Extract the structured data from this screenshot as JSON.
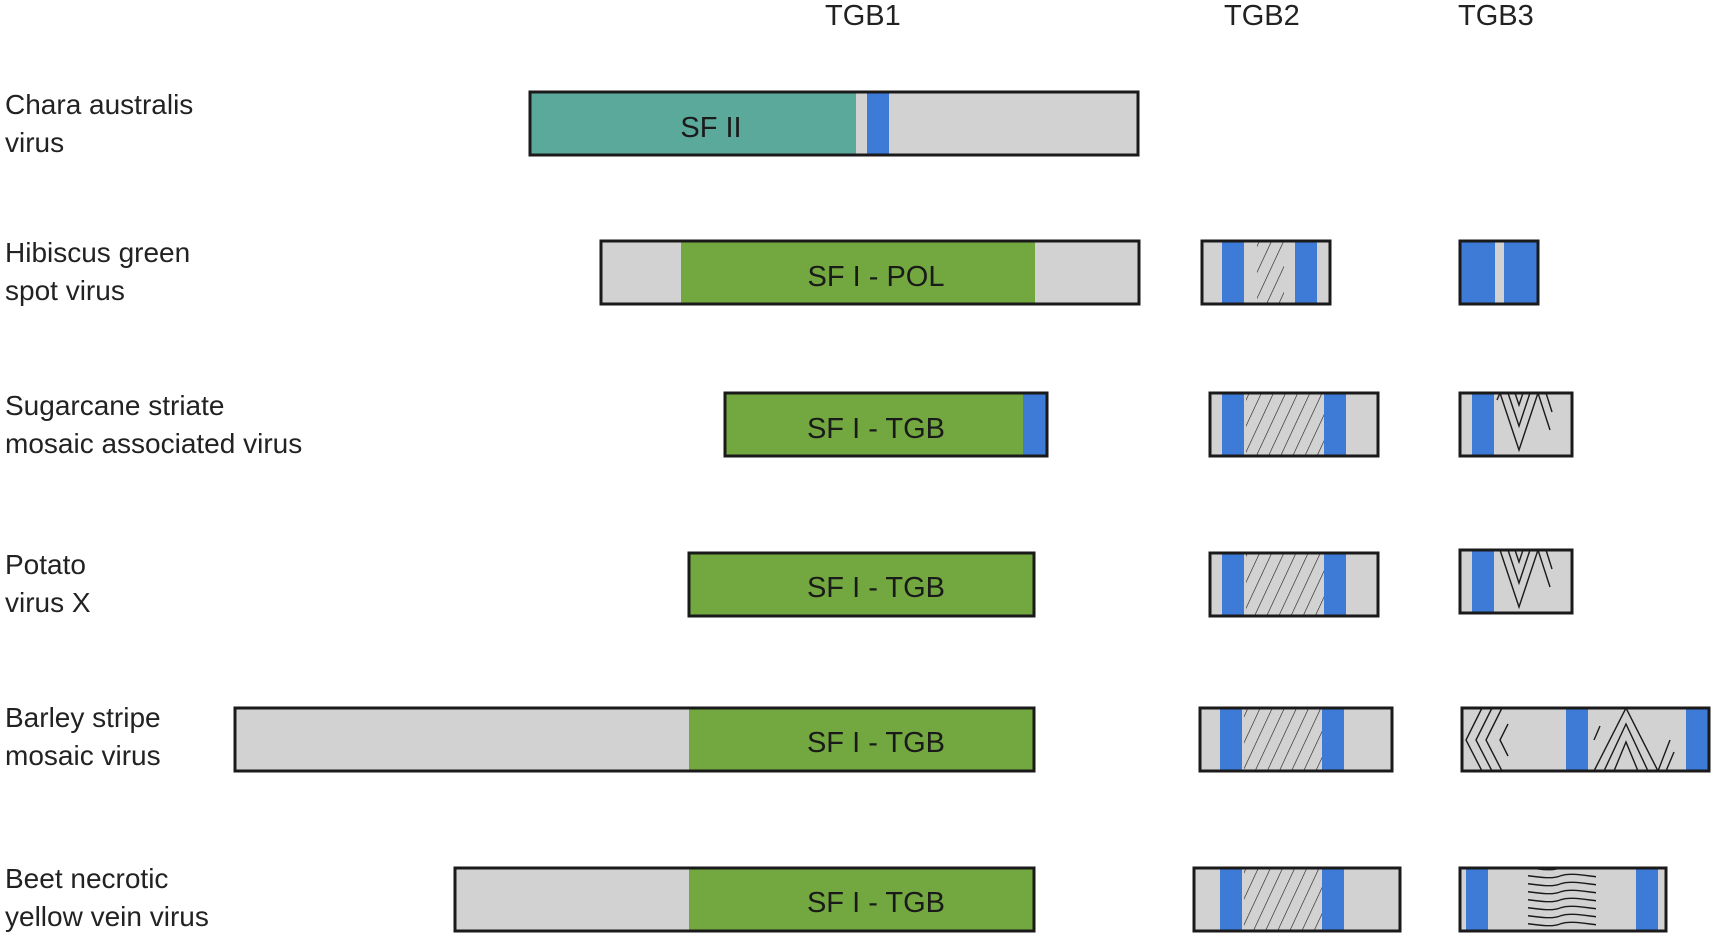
{
  "headers": [
    "TGB1",
    "TGB2",
    "TGB3"
  ],
  "rows": [
    {
      "name_line1": "Chara australis",
      "name_line2": "virus",
      "domain_label": "SF II"
    },
    {
      "name_line1": "Hibiscus green",
      "name_line2": "spot virus",
      "domain_label": "SF I - POL"
    },
    {
      "name_line1": "Sugarcane striate",
      "name_line2": "mosaic associated virus",
      "domain_label": "SF I - TGB"
    },
    {
      "name_line1": "Potato",
      "name_line2": "virus X",
      "domain_label": "SF I - TGB"
    },
    {
      "name_line1": "Barley stripe",
      "name_line2": "mosaic virus",
      "domain_label": "SF I - TGB"
    },
    {
      "name_line1": "Beet necrotic",
      "name_line2": "yellow vein virus",
      "domain_label": "SF I - TGB"
    }
  ],
  "colors": {
    "background_fill": "#d2d2d2",
    "sf2_fill": "#5aa99b",
    "sf1_fill": "#72a83f",
    "tm_fill": "#3d7bd6",
    "outline": "#1a1a1a"
  }
}
